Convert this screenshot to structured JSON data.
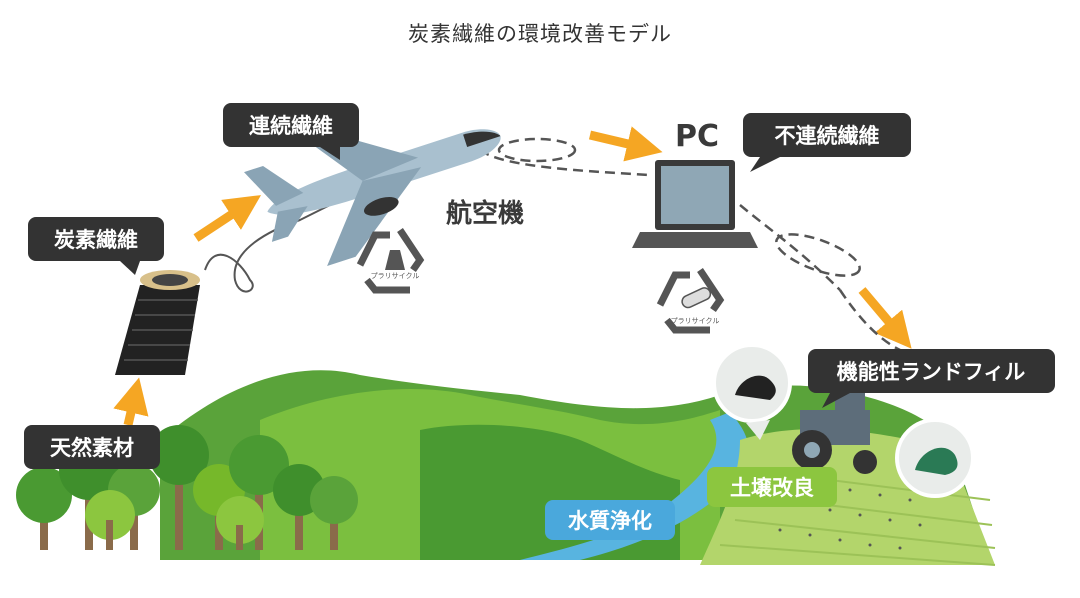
{
  "title": "炭素繊維の環境改善モデル",
  "labels": {
    "natural_material": "天然素材",
    "carbon_fiber": "炭素繊維",
    "continuous_fiber": "連続繊維",
    "aircraft": "航空機",
    "pc": "PC",
    "discontinuous_fiber": "不連続繊維",
    "functional_landfill": "機能性ランドフィル",
    "soil_improvement": "土壌改良",
    "water_purification": "水質浄化",
    "recycle_mark_1": "プラリサイクル",
    "recycle_mark_2": "プラリサイクル"
  },
  "colors": {
    "tag_bg": "#333333",
    "arrow": "#f5a623",
    "grass_dark": "#3f8f2c",
    "grass_light": "#76b82a",
    "water": "#58b4e0",
    "soil_tag": "#8cc63f",
    "water_tag": "#4aa8dc"
  },
  "icons": [
    "airplane-icon",
    "laptop-icon",
    "fiber-spool-icon",
    "tractor-icon",
    "recycle-icon",
    "tree-icon"
  ]
}
